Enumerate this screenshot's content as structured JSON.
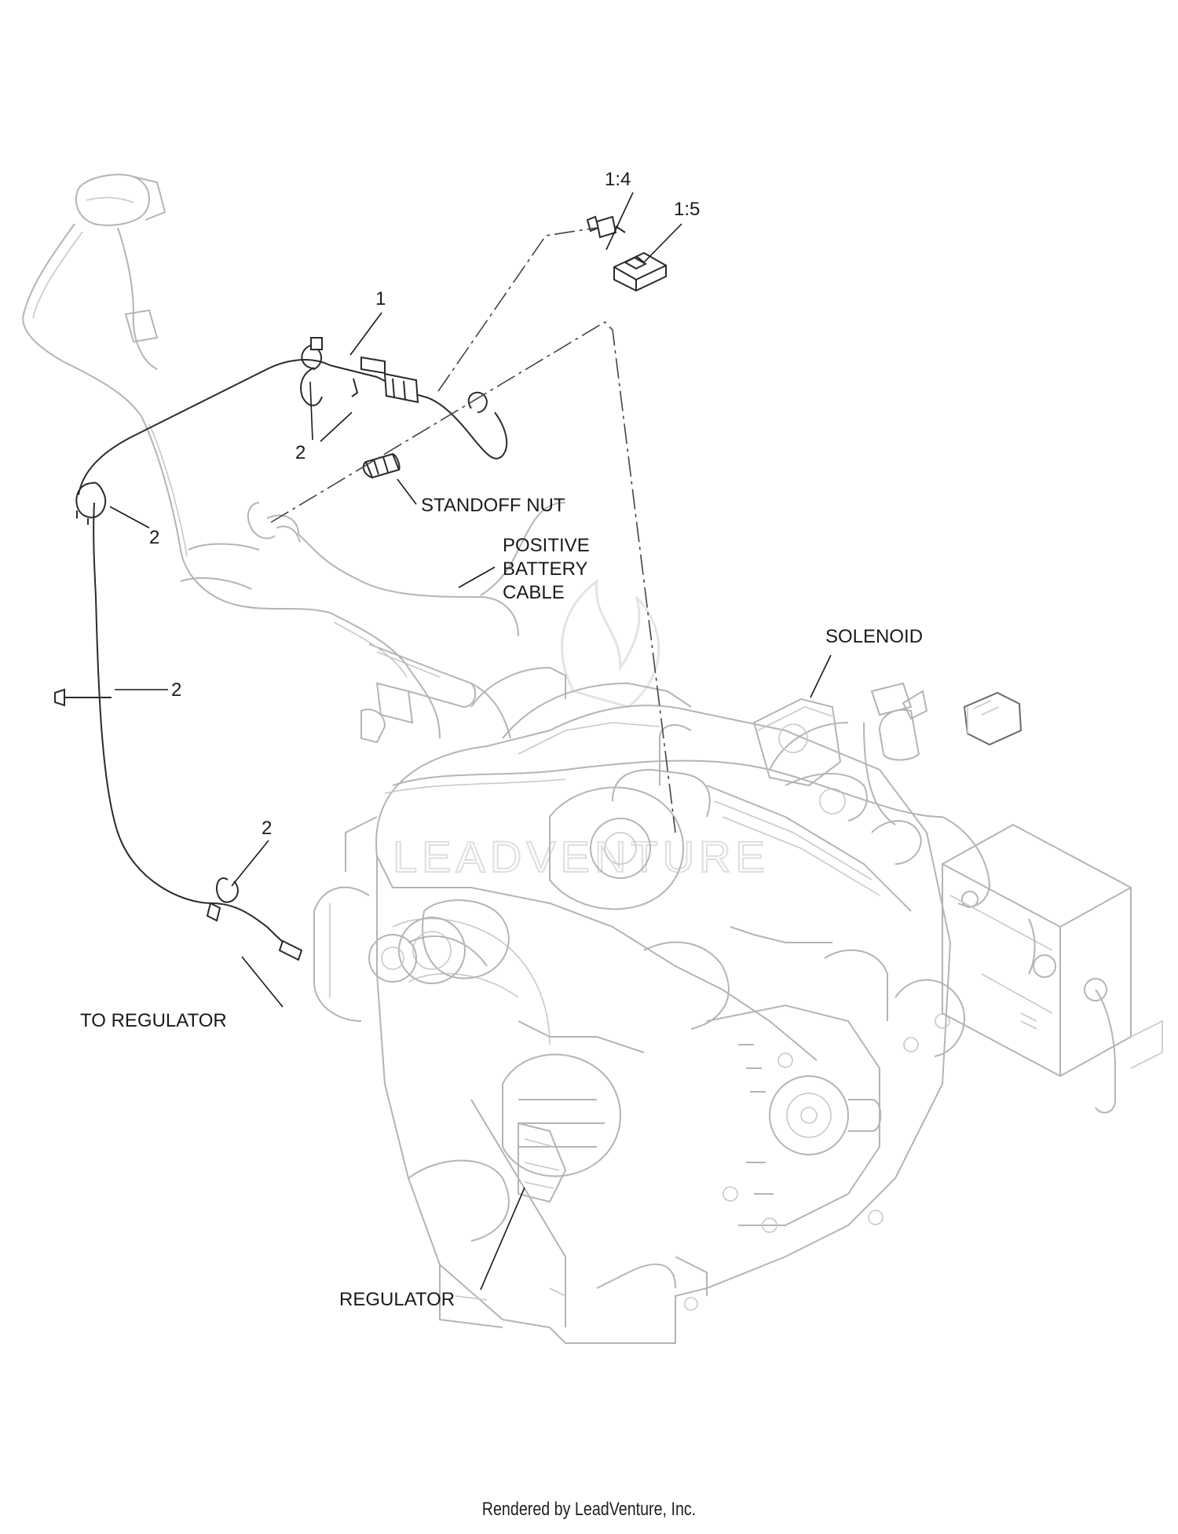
{
  "diagram": {
    "callouts": {
      "c_1_4": "1:4",
      "c_1_5": "1:5",
      "c_1": "1",
      "c_2a": "2",
      "c_2b": "2",
      "c_2c": "2",
      "c_2d": "2",
      "standoff": "STANDOFF NUT",
      "positive_1": "POSITIVE",
      "positive_2": "BATTERY",
      "positive_3": "CABLE",
      "solenoid": "SOLENOID",
      "to_regulator": "TO REGULATOR",
      "regulator": "REGULATOR"
    },
    "watermark_text": "LEADVENTURE"
  },
  "footer": {
    "credit": "Rendered by LeadVenture, Inc."
  }
}
